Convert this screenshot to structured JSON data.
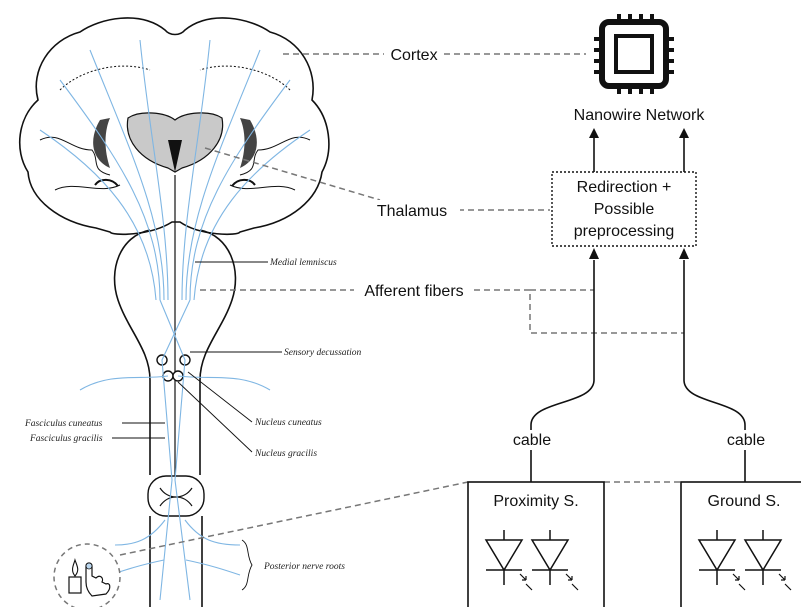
{
  "labels": {
    "cortex": "Cortex",
    "thalamus": "Thalamus",
    "afferent": "Afferent fibers",
    "nanowire": "Nanowire Network",
    "redirection": [
      "Redirection +",
      "Possible",
      "preprocessing"
    ],
    "cable_left": "cable",
    "cable_right": "cable",
    "proximity": "Proximity S.",
    "ground": "Ground S."
  },
  "anatomy": {
    "medial_lemniscus": "Medial lemniscus",
    "sensory_decussation": "Sensory decussation",
    "nucleus_cuneatus": "Nucleus cuneatus",
    "nucleus_gracilis": "Nucleus gracilis",
    "fasciculus_cuneatus": "Fasciculus cuneatus",
    "fasciculus_gracilis": "Fasciculus gracilis",
    "posterior_nerve_roots": "Posterior nerve roots"
  },
  "colors": {
    "fiber": "#7fb6e3",
    "outline": "#111111",
    "dashed": "#777777"
  },
  "icons": {
    "chip": "cpu-chip-icon",
    "diode": "photodiode-icon",
    "hand": "hand-touch-icon"
  }
}
